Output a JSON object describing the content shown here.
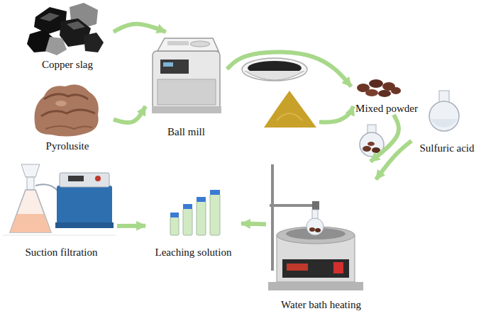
{
  "diagram": {
    "nodes": [
      {
        "text": [
          "Copper slag"
        ]
      },
      {
        "text": [
          "Pyrolusite"
        ]
      },
      {
        "text": [
          "Ball mill"
        ]
      },
      {
        "text": [
          "Mixed powder"
        ]
      },
      {
        "text": [
          "Sulfuric acid"
        ]
      },
      {
        "text": [
          "Suction filtration"
        ]
      },
      {
        "text": [
          "Leaching solution"
        ]
      },
      {
        "text": [
          "Water bath heating"
        ]
      }
    ],
    "edges": [
      {
        "from": 0,
        "to": 2,
        "arrow": "to"
      },
      {
        "from": 1,
        "to": 2,
        "arrow": "to"
      },
      {
        "from": 2,
        "to": 3,
        "arrow": "to"
      },
      {
        "from": 3,
        "to": 7,
        "arrow": "to"
      },
      {
        "from": 4,
        "to": 7,
        "arrow": "to"
      },
      {
        "from": 7,
        "to": 6,
        "arrow": "to"
      },
      {
        "from": 5,
        "to": 6,
        "arrow": "to"
      }
    ]
  }
}
